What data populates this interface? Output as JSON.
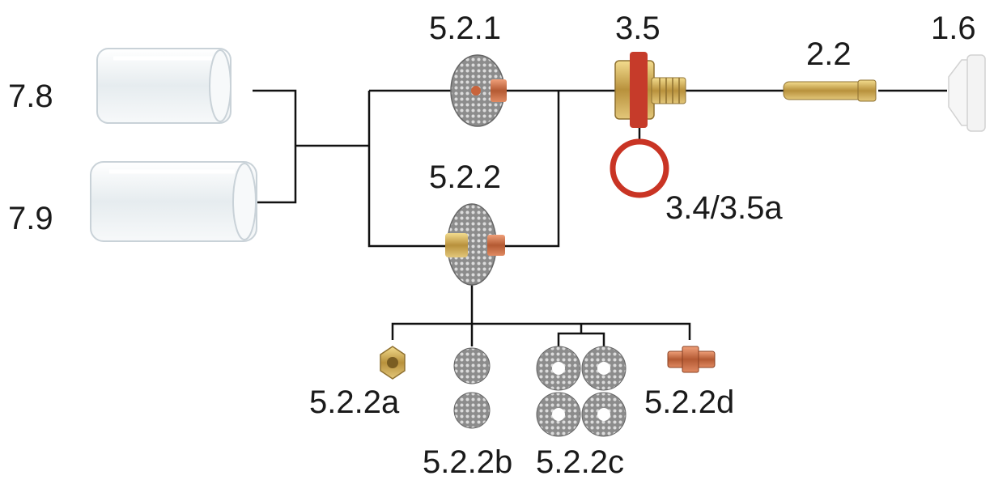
{
  "labels": {
    "p_7_8": "7.8",
    "p_7_9": "7.9",
    "p_5_2_1": "5.2.1",
    "p_5_2_2": "5.2.2",
    "p_3_5": "3.5",
    "p_3_4": "3.4/3.5a",
    "p_2_2": "2.2",
    "p_1_6": "1.6",
    "p_5_2_2a": "5.2.2a",
    "p_5_2_2b": "5.2.2b",
    "p_5_2_2c": "5.2.2c",
    "p_5_2_2d": "5.2.2d"
  },
  "colors": {
    "line": "#111111",
    "brass": "#c9a24a",
    "copper": "#c8643c",
    "mesh": "#9a9a9a",
    "oring": "#cc3322",
    "glass": "#e8eef2",
    "ceramic": "#f2f2f2"
  }
}
